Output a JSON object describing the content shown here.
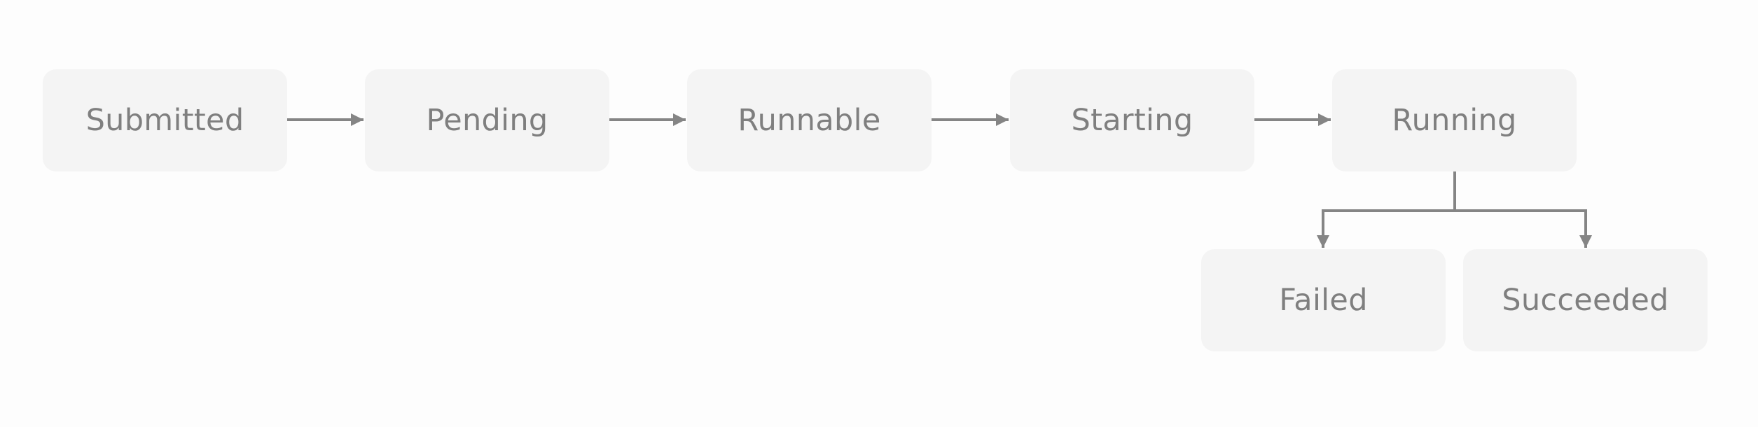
{
  "states": {
    "submitted": "Submitted",
    "pending": "Pending",
    "runnable": "Runnable",
    "starting": "Starting",
    "running": "Running",
    "failed": "Failed",
    "succeeded": "Succeeded"
  },
  "colors": {
    "background": "#fdfdfd",
    "box_fill": "#f4f4f4",
    "text": "#7f7f7f",
    "connector": "#858585"
  }
}
